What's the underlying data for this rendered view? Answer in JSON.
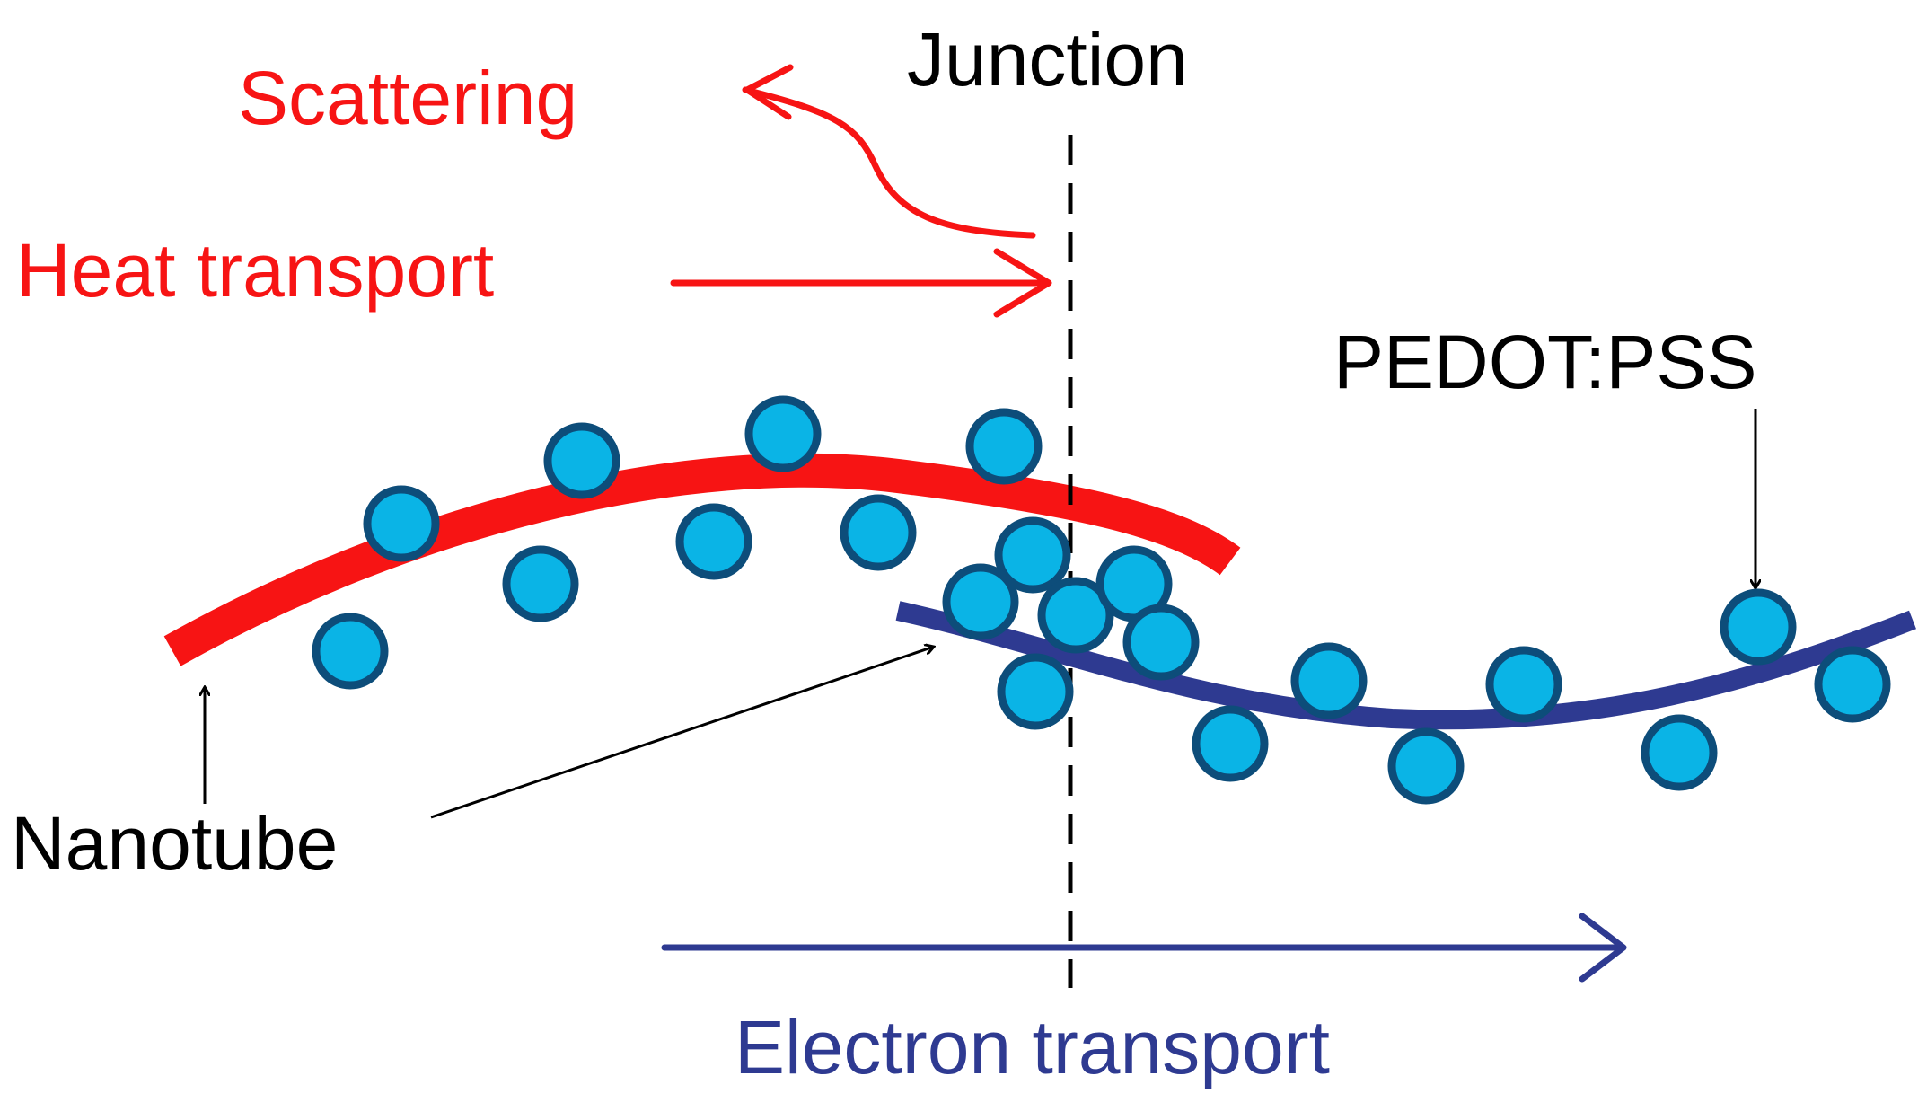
{
  "labels": {
    "junction": "Junction",
    "scattering": "Scattering",
    "heat_transport": "Heat transport",
    "pedot_pss": "PEDOT:PSS",
    "nanotube": "Nanotube",
    "electron_transport": "Electron transport"
  },
  "colors": {
    "heat": "#f71414",
    "electron": "#2e3a91",
    "particle_fill": "#0ab4e6",
    "particle_stroke": "#0d4d7a",
    "text": "#000000"
  }
}
